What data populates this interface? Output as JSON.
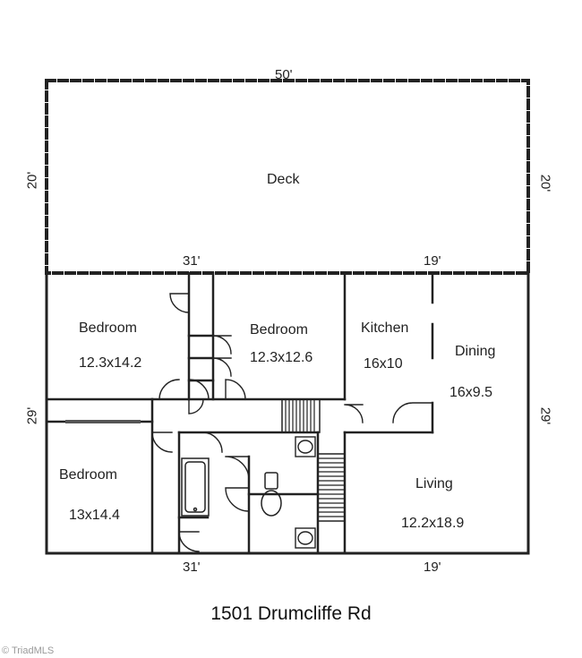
{
  "deck": {
    "label": "Deck",
    "dim_top": "50'",
    "dim_left": "20'",
    "dim_right": "20'",
    "dim_bottom_left": "31'",
    "dim_bottom_right": "19'"
  },
  "rooms": {
    "bedroom_1": {
      "name": "Bedroom",
      "size": "12.3x14.2"
    },
    "bedroom_2": {
      "name": "Bedroom",
      "size": "12.3x12.6"
    },
    "bedroom_3": {
      "name": "Bedroom",
      "size": "13x14.4"
    },
    "kitchen": {
      "name": "Kitchen",
      "size": "16x10"
    },
    "dining": {
      "name": "Dining",
      "size": "16x9.5"
    },
    "living": {
      "name": "Living",
      "size": "12.2x18.9"
    }
  },
  "house": {
    "dim_left": "29'",
    "dim_right": "29'",
    "dim_bottom_left": "31'",
    "dim_bottom_right": "19'"
  },
  "address": "1501 Drumcliffe Rd",
  "watermark": "© TriadMLS"
}
